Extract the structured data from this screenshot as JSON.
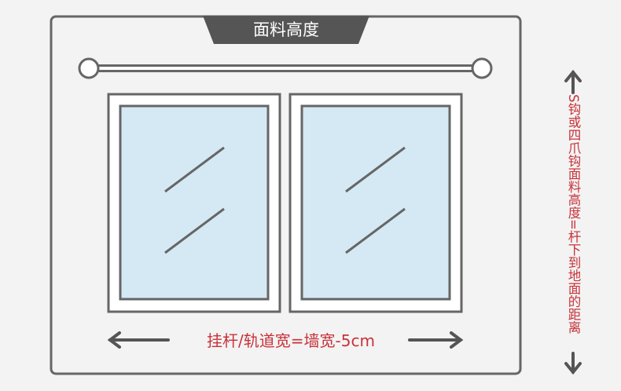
{
  "title": "面料高度",
  "width_label": "挂杆/轨道宽=墙宽-5cm",
  "height_label": "S钩或四爪钩面料高度=杆下到地面的距离",
  "colors": {
    "frame": "#666666",
    "tab": "#555555",
    "glass": "#d5e9f4",
    "label": "#c8323a",
    "background": "#f3f3f3"
  }
}
